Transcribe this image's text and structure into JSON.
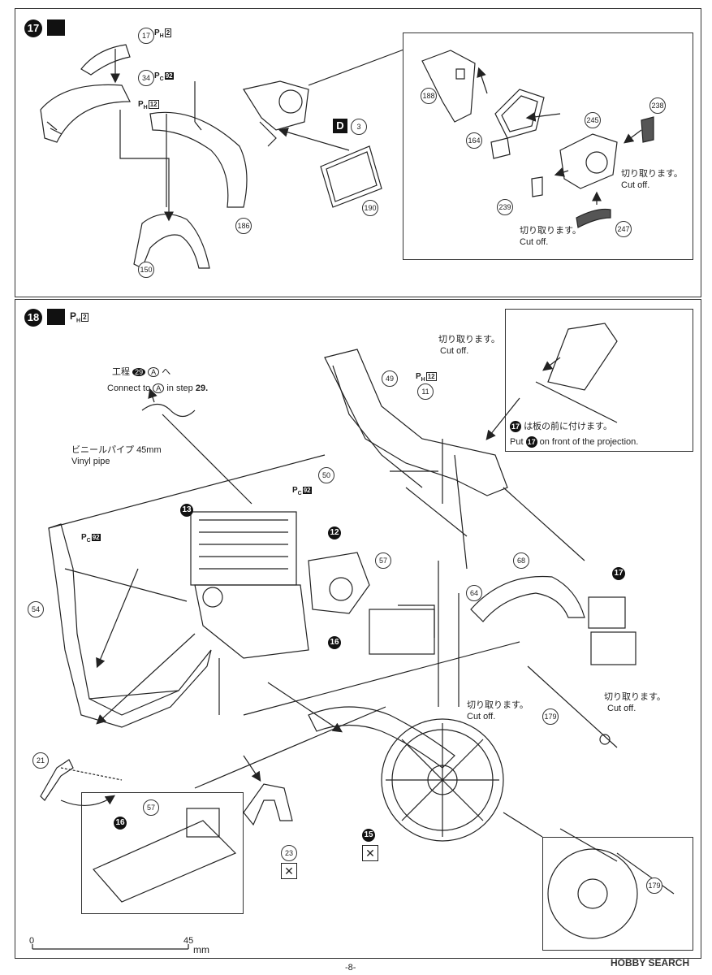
{
  "step17": {
    "number": "17",
    "parts": {
      "p17": "17",
      "ph2": "2",
      "p34": "34",
      "pc92": "92",
      "ph12": "12",
      "p186": "186",
      "p150": "150",
      "d_label": "D",
      "d_num": "3",
      "p190": "190",
      "inset": {
        "p188": "188",
        "p164": "164",
        "p245": "245",
        "p238": "238",
        "p239": "239",
        "p247": "247",
        "cut_jp_1": "切り取ります。",
        "cut_en_1": "Cut off.",
        "cut_jp_2": "切り取ります。",
        "cut_en_2": "Cut off."
      }
    }
  },
  "step18": {
    "number": "18",
    "ph_box": "2",
    "connect_jp": "工程",
    "connect_jp_step": "29",
    "connect_jp_a": "A",
    "connect_jp_he": "へ",
    "connect_en_1": "Connect to",
    "connect_en_a": "A",
    "connect_en_2": "in step",
    "connect_en_step": "29.",
    "vinyl_jp": "ビニールパイプ",
    "vinyl_len": "45mm",
    "vinyl_en": "Vinyl pipe",
    "cut_top_jp": "切り取ります。",
    "cut_top_en": "Cut off.",
    "inset_note_jp": "は板の前に付けます。",
    "inset_note_en_1": "Put",
    "inset_note_en_2": "on front of the projection.",
    "inset_note_num": "17",
    "cut_mid_jp": "切り取ります。",
    "cut_mid_en": "Cut off.",
    "cut_right_jp": "切り取ります。",
    "cut_right_en": "Cut off.",
    "parts": {
      "p49": "49",
      "ph12": "12",
      "p11": "11",
      "p50": "50",
      "pc92": "92",
      "p57": "57",
      "p68": "68",
      "p64": "64",
      "p13": "13",
      "p12": "12",
      "p16": "16",
      "p54": "54",
      "pc92b": "92",
      "p17": "17",
      "p179": "179",
      "p21": "21",
      "p57b": "57",
      "p16b": "16",
      "p23": "23",
      "p15": "15",
      "p179b": "179"
    }
  },
  "scale": {
    "zero": "0",
    "max": "45",
    "unit": "mm"
  },
  "page_number": "-8-",
  "watermark": "HOBBY SEARCH",
  "colors": {
    "ink": "#222222",
    "badge": "#111111"
  }
}
